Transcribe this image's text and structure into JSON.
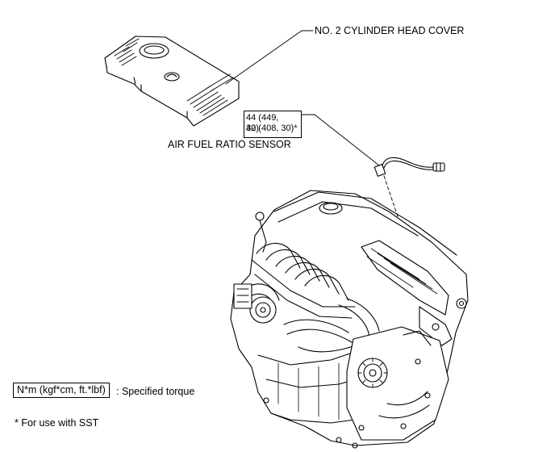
{
  "callouts": {
    "cover_label": "NO. 2 CYLINDER HEAD COVER",
    "sensor_label": "AIR FUEL RATIO SENSOR"
  },
  "torque_spec": {
    "line1": "44 (449,",
    "line2_overlap": "32)",
    "line2_sst": "40 (408, 30)*"
  },
  "legend": {
    "torque_unit": "N*m (kgf*cm, ft.*lbf)",
    "torque_desc": ": Specified torque",
    "sst_note": "* For use with SST"
  },
  "colors": {
    "line": "#000000",
    "paper": "#ffffff"
  }
}
